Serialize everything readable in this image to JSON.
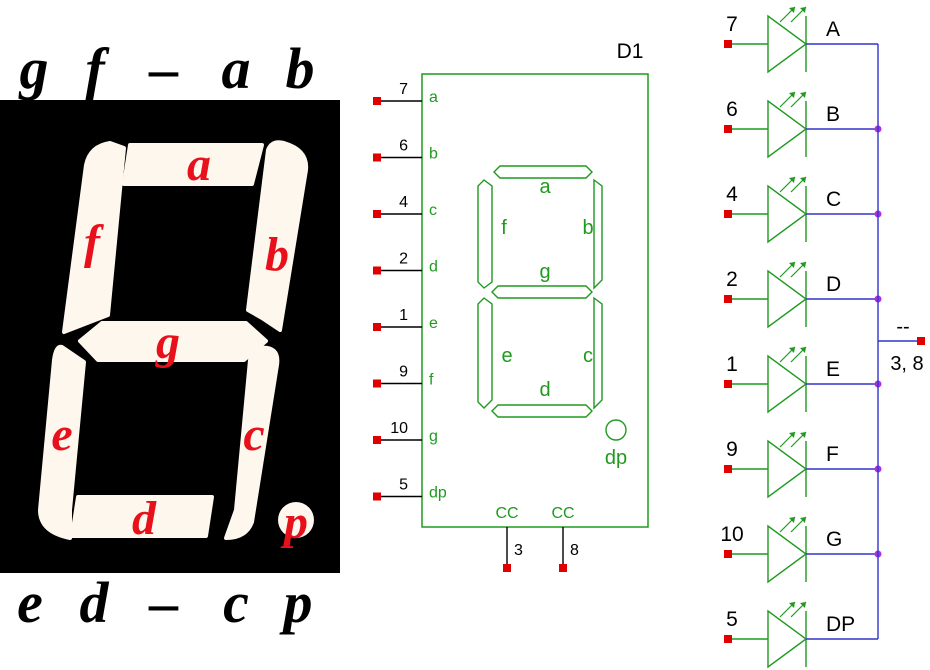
{
  "colors": {
    "segment_fill": "#fdf7ee",
    "segment_label": "#e8101a",
    "display_background": "#000000",
    "schematic_green": "#1f9a1f",
    "wire": "#000000",
    "pin_red": "#e00000",
    "bus_blue": "#3333cc",
    "junction_purple": "#b030e0"
  },
  "photo": {
    "top_labels": [
      "g",
      "f",
      "–",
      "a",
      "b"
    ],
    "bottom_labels": [
      "e",
      "d",
      "–",
      "c",
      "p"
    ],
    "segments": {
      "a": "a",
      "b": "b",
      "c": "c",
      "d": "d",
      "e": "e",
      "f": "f",
      "g": "g",
      "p": "p"
    }
  },
  "symbol": {
    "designator": "D1",
    "left_pins": [
      {
        "number": "7",
        "name": "a"
      },
      {
        "number": "6",
        "name": "b"
      },
      {
        "number": "4",
        "name": "c"
      },
      {
        "number": "2",
        "name": "d"
      },
      {
        "number": "1",
        "name": "e"
      },
      {
        "number": "9",
        "name": "f"
      },
      {
        "number": "10",
        "name": "g"
      },
      {
        "number": "5",
        "name": "dp"
      }
    ],
    "bottom_pins": [
      {
        "number": "3",
        "name": "CC"
      },
      {
        "number": "8",
        "name": "CC"
      }
    ],
    "inner_labels": {
      "a": "a",
      "b": "b",
      "c": "c",
      "d": "d",
      "e": "e",
      "f": "f",
      "g": "g",
      "dp": "dp"
    }
  },
  "led_chain": {
    "leds": [
      {
        "pin": "7",
        "label": "A"
      },
      {
        "pin": "6",
        "label": "B"
      },
      {
        "pin": "4",
        "label": "C"
      },
      {
        "pin": "2",
        "label": "D"
      },
      {
        "pin": "1",
        "label": "E"
      },
      {
        "pin": "9",
        "label": "F"
      },
      {
        "pin": "10",
        "label": "G"
      },
      {
        "pin": "5",
        "label": "DP"
      }
    ],
    "common": {
      "label": "--",
      "pins": "3, 8"
    }
  }
}
